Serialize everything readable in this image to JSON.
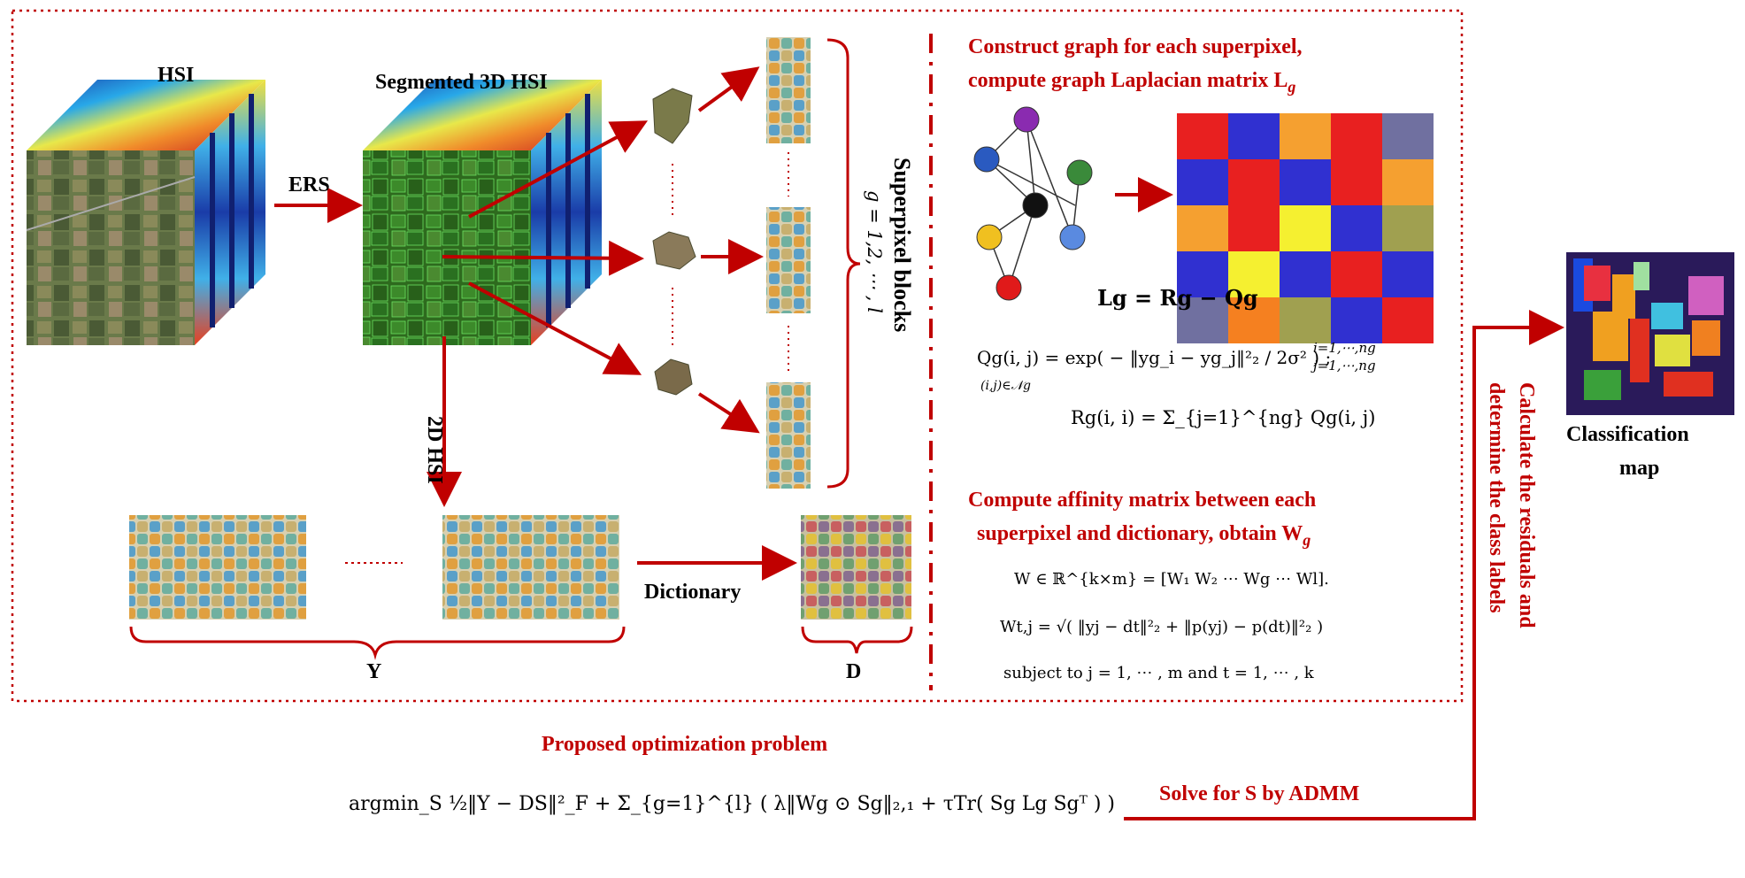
{
  "labels": {
    "hsi": "HSI",
    "segmented": "Segmented 3D HSI",
    "ers": "ERS",
    "hsi2d": "2D HSI",
    "superpixel_blocks": "Superpixel blocks",
    "g_range": "g = 1,2, ⋯ , l",
    "dictionary": "Dictionary",
    "y": "Y",
    "d": "D",
    "classification_map_l1": "Classification",
    "classification_map_l2": "map"
  },
  "graph_section": {
    "title_l1": "Construct graph for each superpixel,",
    "title_l2": "compute graph Laplacian matrix L",
    "title_sub": "g",
    "eq_lg": "Lg = Rg − Qg",
    "eq_q": "Qg(i, j) = exp( − ‖yg_i − yg_j‖²₂ / 2σ² ) ;",
    "eq_q_cond": "(i,j)∈𝒩g",
    "eq_q_range1": "i=1,⋯,ng",
    "eq_q_range2": "j=1,⋯,ng",
    "eq_r": "Rg(i, i) = Σ_{j=1}^{ng} Qg(i, j)"
  },
  "affinity_section": {
    "title_l1": "Compute affinity matrix between each",
    "title_l2": "superpixel and dictionary, obtain W",
    "title_sub": "g",
    "eq_w": "W ∈ ℝ^{k×m} = [W₁ W₂ ⋯ Wg ⋯ Wl].",
    "eq_wtj": "Wt,j = √( ‖yj − dt‖²₂ + ‖p(yj) − p(dt)‖²₂ )",
    "eq_subject": "subject to j = 1, ⋯ , m and t = 1, ⋯ , k"
  },
  "optimization": {
    "title": "Proposed optimization problem",
    "equation": "argmin_S ½‖Y − DS‖²_F + Σ_{g=1}^{l} ( λ‖Wg ⊙ Sg‖₂,₁ + τTr( Sg Lg Sgᵀ ) )",
    "solve": "Solve for S by ADMM"
  },
  "residual_label_l1": "Calculate the residuals and",
  "residual_label_l2": "determine the class labels",
  "colors": {
    "accent_red": "#c00000",
    "laplacian_grid": [
      [
        "#e82020",
        "#3030d0",
        "#f5a030",
        "#e82020",
        "#7070a0"
      ],
      [
        "#3030d0",
        "#e82020",
        "#3030d0",
        "#e82020",
        "#f5a030"
      ],
      [
        "#f5a030",
        "#e82020",
        "#f5f030",
        "#3030d0",
        "#a0a050"
      ],
      [
        "#3030d0",
        "#f5f030",
        "#3030d0",
        "#e82020",
        "#3030d0"
      ],
      [
        "#7070a0",
        "#f58020",
        "#a0a050",
        "#3030d0",
        "#e82020"
      ]
    ],
    "graph_nodes": [
      "#8a2bb0",
      "#2a5ac0",
      "#3a8a3a",
      "#111111",
      "#f0c020",
      "#5a8ae0",
      "#e01a1a"
    ]
  }
}
